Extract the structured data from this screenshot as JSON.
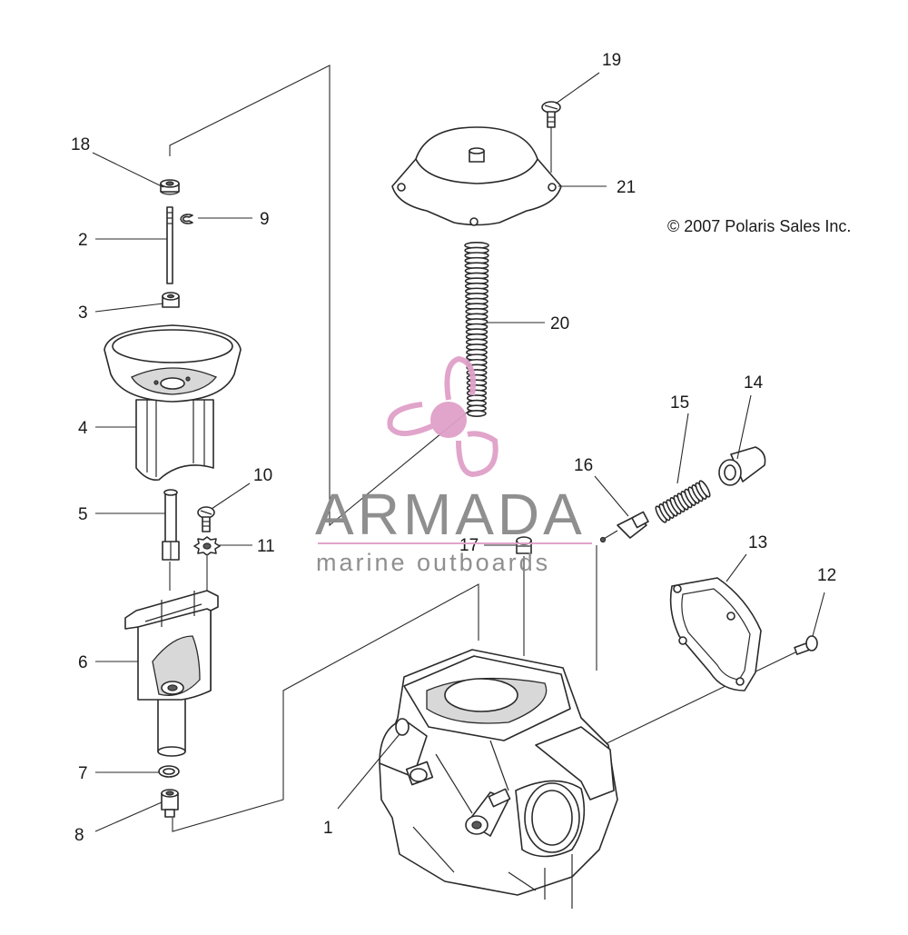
{
  "copyright": "© 2007 Polaris Sales Inc.",
  "watermark": {
    "title": "ARMADA",
    "subtitle": "marine outboards",
    "logo_icon": "propeller-icon",
    "logo_color": "#e0a0c8",
    "text_color": "#8a8a8a"
  },
  "callouts": {
    "c1": "1",
    "c2": "2",
    "c3": "3",
    "c4": "4",
    "c5": "5",
    "c6": "6",
    "c7": "7",
    "c8": "8",
    "c9": "9",
    "c10": "10",
    "c11": "11",
    "c12": "12",
    "c13": "13",
    "c14": "14",
    "c15": "15",
    "c16": "16",
    "c17": "17",
    "c18": "18",
    "c19": "19",
    "c20": "20",
    "c21": "21"
  }
}
